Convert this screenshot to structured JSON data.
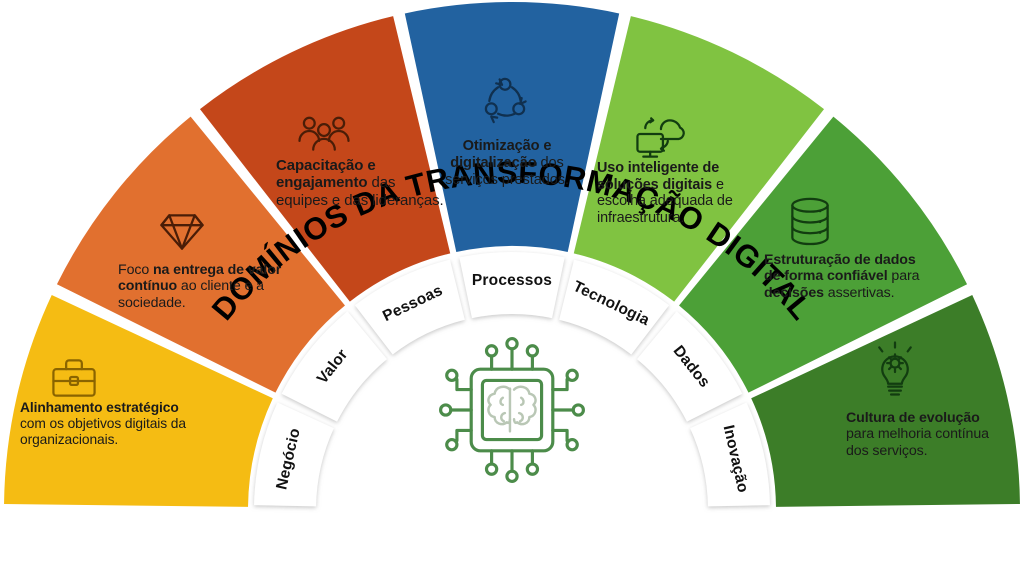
{
  "title": "DOMÍNIOS DA TRANSFORMAÇÃO DIGITAL",
  "center": {
    "icon": "ai-chip-brain-icon",
    "color": "#4c8c4a"
  },
  "colors": {
    "negocio": "#F5BC13",
    "valor": "#E1702F",
    "pessoas": "#C4471A",
    "processos": "#2262A0",
    "tecnologia": "#80C341",
    "dados": "#4CA037",
    "inovacao": "#3C7D28",
    "ring": "#FFFFFF",
    "background": "#FFFFFF",
    "title_text": "#000000"
  },
  "segments": [
    {
      "key": "negocio",
      "ring_label": "Negócio",
      "icon": "briefcase-icon",
      "color": "#F5BC13",
      "text_bold": "Alinhamento estratégico",
      "text_rest": " com os objetivos digitais da organizacionais.",
      "text_full": "Alinhamento estratégico com os objetivos digitais da organizacionais."
    },
    {
      "key": "valor",
      "ring_label": "Valor",
      "icon": "diamond-icon",
      "color": "#E1702F",
      "text_lead": "Foco ",
      "text_bold": "na entrega de valor contínuo",
      "text_rest": " ao cliente e à sociedade.",
      "text_full": "Foco na entrega de valor contínuo ao cliente e à sociedade."
    },
    {
      "key": "pessoas",
      "ring_label": "Pessoas",
      "icon": "people-group-icon",
      "color": "#C4471A",
      "text_bold": "Capacitação e engajamento",
      "text_rest": " das equipes e das lideranças.",
      "text_full": "Capacitação e engajamento das equipes e das lideranças."
    },
    {
      "key": "processos",
      "ring_label": "Processos",
      "icon": "cycle-arrows-icon",
      "color": "#2262A0",
      "text_bold": "Otimização e digitalização",
      "text_rest": " dos serviços prestados.",
      "text_full": "Otimização e digitalização dos serviços prestados."
    },
    {
      "key": "tecnologia",
      "ring_label": "Tecnologia",
      "icon": "cloud-monitor-icon",
      "color": "#80C341",
      "text_bold": "Uso inteligente de soluções digitais",
      "text_rest": " e escolha adequada de infraestrutura.",
      "text_full": "Uso inteligente de soluções digitais e escolha adequada de infraestrutura."
    },
    {
      "key": "dados",
      "ring_label": "Dados",
      "icon": "database-icon",
      "color": "#4CA037",
      "text_bold": "Estruturação de dados de forma confiável",
      "text_mid": " para ",
      "text_bold2": "decisões",
      "text_rest": " assertivas.",
      "text_full": "Estruturação de dados de forma confiável para decisões assertivas."
    },
    {
      "key": "inovacao",
      "ring_label": "Inovação",
      "icon": "lightbulb-gear-icon",
      "color": "#3C7D28",
      "text_bold": "Cultura de evolução",
      "text_rest": " para melhoria contínua dos serviços.",
      "text_full": "Cultura de evolução para melhoria contínua dos serviços."
    }
  ]
}
